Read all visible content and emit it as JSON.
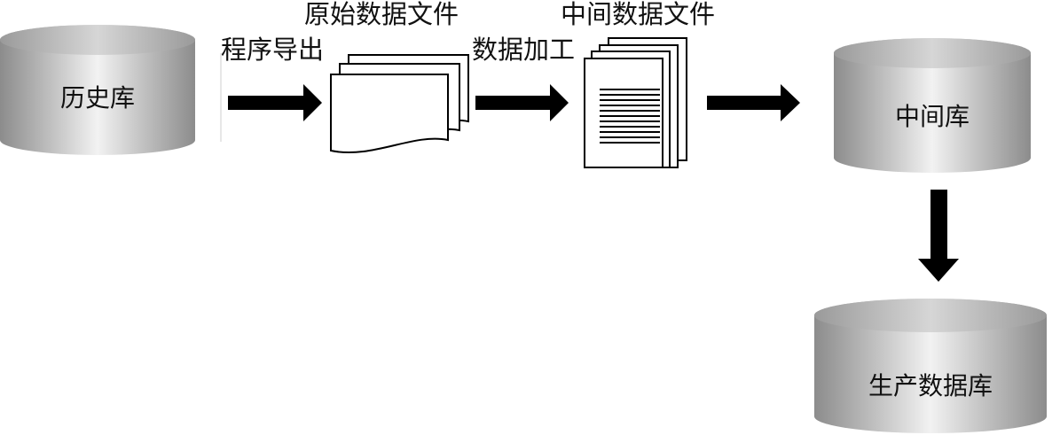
{
  "diagram": {
    "nodes": {
      "history_db": {
        "label": "历史库"
      },
      "raw_files": {
        "label": "原始数据文件"
      },
      "intermediate_files": {
        "label": "中间数据文件"
      },
      "intermediate_db": {
        "label": "中间库"
      },
      "production_db": {
        "label": "生产数据库"
      }
    },
    "edges": {
      "export": {
        "label": "程序导出"
      },
      "processing": {
        "label": "数据加工"
      }
    }
  }
}
